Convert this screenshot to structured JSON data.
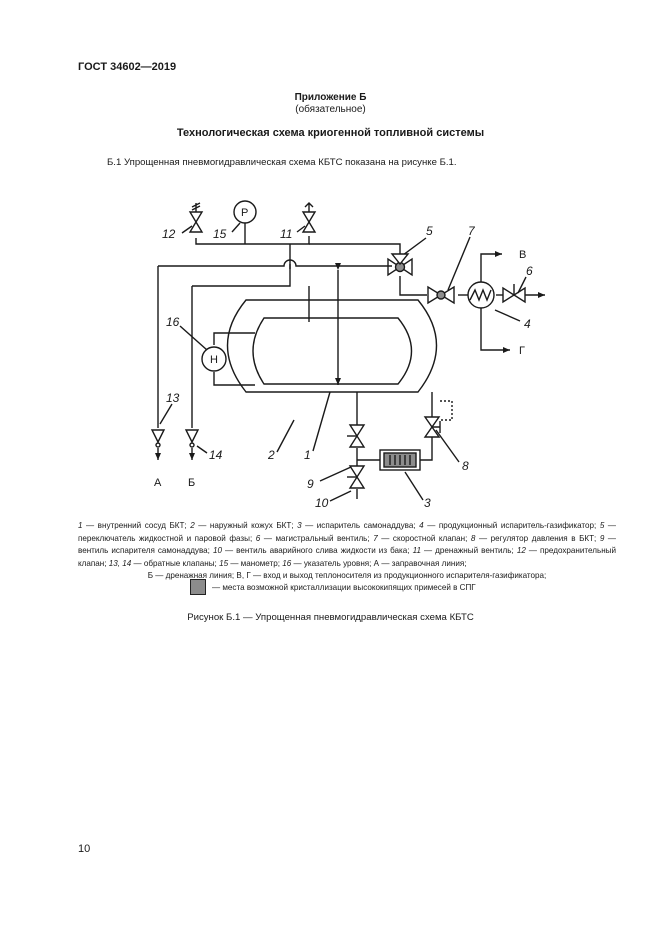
{
  "header": {
    "doc_id": "ГОСТ 34602—2019"
  },
  "appendix": {
    "title": "Приложение Б",
    "subtitle": "(обязательное)"
  },
  "section_title": "Технологическая схема криогенной топливной системы",
  "paragraph": "Б.1 Упрощенная пневмогидравлическая схема КБТС показана на рисунке Б.1.",
  "diagram": {
    "labels": {
      "l12": "12",
      "l15": "15",
      "l11": "11",
      "l5": "5",
      "l7": "7",
      "l6": "6",
      "l4": "4",
      "l16": "16",
      "l13": "13",
      "l14": "14",
      "l2": "2",
      "l1": "1",
      "l9": "9",
      "l10": "10",
      "l3": "3",
      "l8": "8"
    },
    "letters": {
      "A": "А",
      "B": "Б",
      "V": "В",
      "G": "Г"
    },
    "gauge_P": "P",
    "gauge_H": "Н"
  },
  "legend": {
    "items": [
      {
        "num": "1",
        "text": " — внутренний сосуд БКТ; "
      },
      {
        "num": "2",
        "text": " — наружный кожух БКТ; "
      },
      {
        "num": "3",
        "text": " — испаритель самонаддува; "
      },
      {
        "num": "4",
        "text": " — продукционный испаритель-газификатор; "
      },
      {
        "num": "5",
        "text": " — переключатель жидкостной и паровой фазы; "
      },
      {
        "num": "6",
        "text": " — магистральный вентиль; "
      },
      {
        "num": "7",
        "text": " — скоростной клапан; "
      },
      {
        "num": "8",
        "text": " — регулятор давления в БКТ; "
      },
      {
        "num": "9",
        "text": " — вентиль испарителя самонаддува; "
      },
      {
        "num": "10",
        "text": " — вентиль аварийного слива жидкости из бака; "
      },
      {
        "num": "11",
        "text": " — дренажный вентиль; "
      },
      {
        "num": "12",
        "text": " — предохранительный клапан; "
      },
      {
        "num": "13, 14",
        "text": " — обратные клапаны; "
      },
      {
        "num": "15",
        "text": " — манометр; "
      },
      {
        "num": "16",
        "text": " — указатель уровня; А — заправочная линия;"
      }
    ],
    "tail": "Б — дренажная линия; В, Г — вход и выход теплоносителя из продукционного испарителя-газификатора;",
    "marker_text": "— места возможной кристаллизации высококипящих примесей в СПГ"
  },
  "caption": "Рисунок Б.1 — Упрощенная пневмогидравлическая схема КБТС",
  "page_number": "10",
  "colors": {
    "ink": "#1a1a1a",
    "crystal_marker": "#8c8c8c"
  }
}
